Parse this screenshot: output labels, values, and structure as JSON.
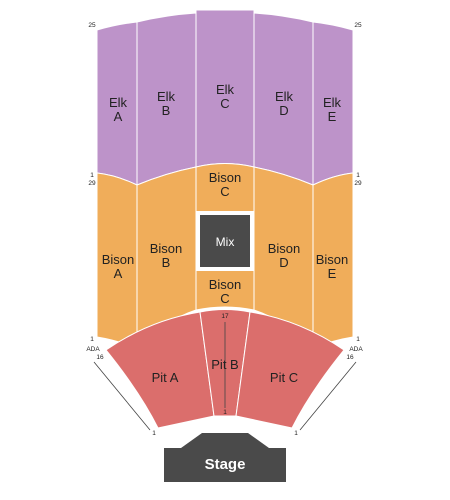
{
  "colors": {
    "elk": "#bd93c9",
    "bison": "#f0ad5a",
    "pit": "#db6e6c",
    "stage": "#4a4a4a",
    "mix": "#4a4a4a",
    "row_line": "#444444"
  },
  "sections": {
    "elk_a": {
      "line1": "Elk",
      "line2": "A"
    },
    "elk_b": {
      "line1": "Elk",
      "line2": "B"
    },
    "elk_c": {
      "line1": "Elk",
      "line2": "C"
    },
    "elk_d": {
      "line1": "Elk",
      "line2": "D"
    },
    "elk_e": {
      "line1": "Elk",
      "line2": "E"
    },
    "bison_a": {
      "line1": "Bison",
      "line2": "A"
    },
    "bison_b": {
      "line1": "Bison",
      "line2": "B"
    },
    "bison_c_top": {
      "line1": "Bison",
      "line2": "C"
    },
    "bison_c_bottom": {
      "line1": "Bison",
      "line2": "C"
    },
    "bison_d": {
      "line1": "Bison",
      "line2": "D"
    },
    "bison_e": {
      "line1": "Bison",
      "line2": "E"
    },
    "pit_a": {
      "label": "Pit A"
    },
    "pit_b": {
      "label": "Pit B"
    },
    "pit_c": {
      "label": "Pit C"
    }
  },
  "mix": {
    "label": "Mix"
  },
  "stage": {
    "label": "Stage"
  },
  "rows": {
    "elk_left_top": "25",
    "elk_right_top": "25",
    "elk_left_bottom": "1",
    "elk_right_bottom": "1",
    "bison_left_top": "29",
    "bison_right_top": "29",
    "bison_left_bottom": "1",
    "bison_right_bottom": "1",
    "ada_left": "ADA",
    "ada_right": "ADA",
    "pit_left_top": "16",
    "pit_right_top": "16",
    "pit_left_bottom": "1",
    "pit_right_bottom": "1",
    "pitb_top": "17",
    "pitb_bottom": "1"
  }
}
